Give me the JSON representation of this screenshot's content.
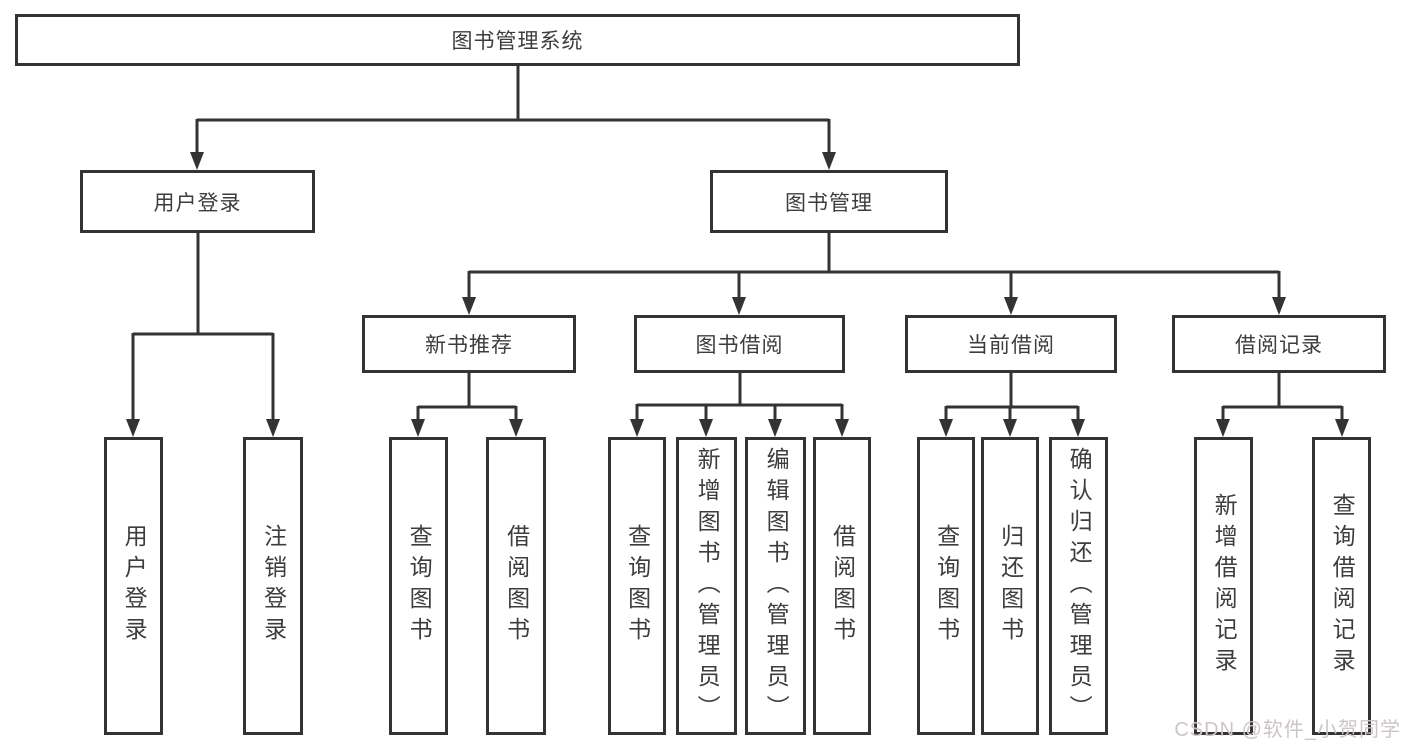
{
  "nodes": {
    "root": {
      "label": "图书管理系统"
    },
    "level2": [
      {
        "label": "用户登录"
      },
      {
        "label": "图书管理"
      }
    ],
    "level3": [
      {
        "label": "新书推荐",
        "parent": "图书管理"
      },
      {
        "label": "图书借阅",
        "parent": "图书管理"
      },
      {
        "label": "当前借阅",
        "parent": "图书管理"
      },
      {
        "label": "借阅记录",
        "parent": "图书管理"
      }
    ],
    "leaves": [
      {
        "label": "用户登录",
        "parent": "用户登录"
      },
      {
        "label": "注销登录",
        "parent": "用户登录"
      },
      {
        "label": "查询图书",
        "parent": "新书推荐"
      },
      {
        "label": "借阅图书",
        "parent": "新书推荐"
      },
      {
        "label": "查询图书",
        "parent": "图书借阅"
      },
      {
        "label": "新增图书（管理员）",
        "parent": "图书借阅"
      },
      {
        "label": "编辑图书（管理员）",
        "parent": "图书借阅"
      },
      {
        "label": "借阅图书",
        "parent": "图书借阅"
      },
      {
        "label": "查询图书",
        "parent": "当前借阅"
      },
      {
        "label": "归还图书",
        "parent": "当前借阅"
      },
      {
        "label": "确认归还（管理员）",
        "parent": "当前借阅"
      },
      {
        "label": "新增借阅记录",
        "parent": "借阅记录"
      },
      {
        "label": "查询借阅记录",
        "parent": "借阅记录"
      }
    ]
  },
  "watermark": {
    "text": "CSDN @软件_小贺同学"
  },
  "colors": {
    "line": "#333333",
    "box_border": "#333333",
    "text": "#3d3d3d",
    "background": "#ffffff",
    "watermark": "#cdc5c8"
  }
}
